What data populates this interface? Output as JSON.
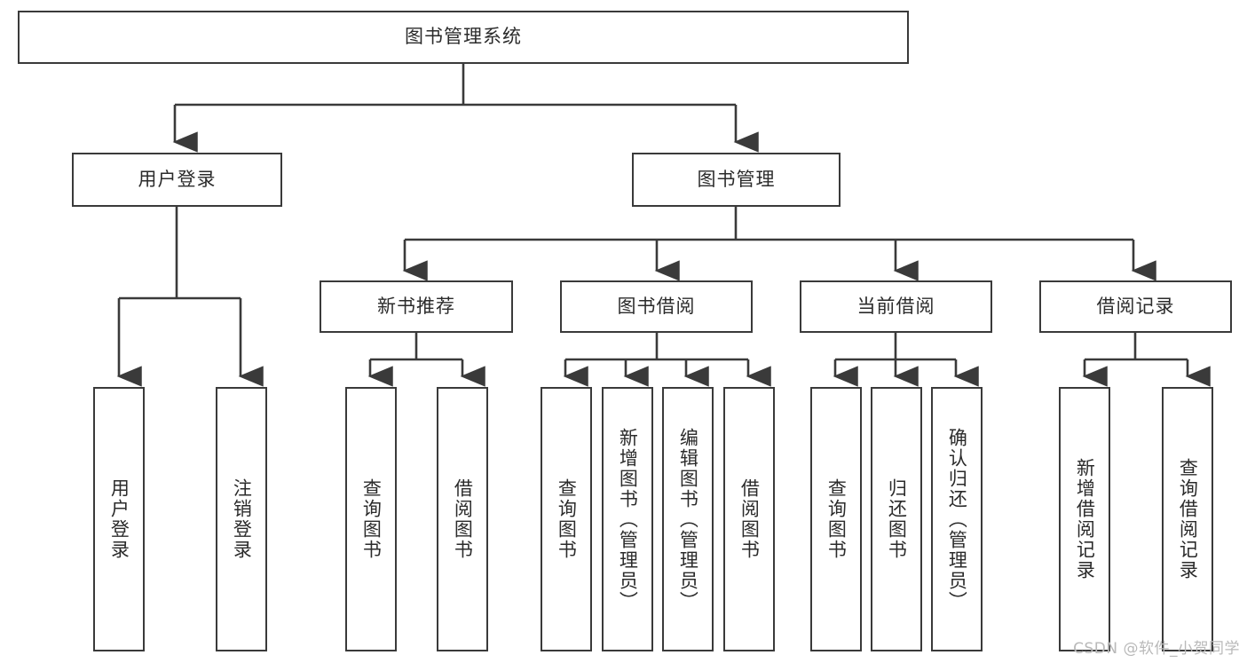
{
  "diagram": {
    "title": "图书管理系统",
    "type": "hierarchy-tree",
    "colors": {
      "box_border": "#3a3a3a",
      "box_fill": "#ffffff",
      "line": "#3a3a3a",
      "text": "#2b2b2b",
      "watermark": "#b9b9b9"
    },
    "root": {
      "label": "图书管理系统"
    },
    "level2": [
      {
        "label": "用户登录"
      },
      {
        "label": "图书管理"
      }
    ],
    "level3": [
      {
        "label": "新书推荐"
      },
      {
        "label": "图书借阅"
      },
      {
        "label": "当前借阅"
      },
      {
        "label": "借阅记录"
      }
    ],
    "leaves": {
      "user_login": [
        {
          "label": "用户登录"
        },
        {
          "label": "注销登录"
        }
      ],
      "new_book_recommend": [
        {
          "label": "查询图书"
        },
        {
          "label": "借阅图书"
        }
      ],
      "book_borrow": [
        {
          "label": "查询图书"
        },
        {
          "label": "新增图书（管理员）"
        },
        {
          "label": "编辑图书（管理员）"
        },
        {
          "label": "借阅图书"
        }
      ],
      "current_borrow": [
        {
          "label": "查询图书"
        },
        {
          "label": "归还图书"
        },
        {
          "label": "确认归还（管理员）"
        }
      ],
      "borrow_records": [
        {
          "label": "新增借阅记录"
        },
        {
          "label": "查询借阅记录"
        }
      ]
    },
    "watermark": "CSDN @软件_小贺同学"
  }
}
